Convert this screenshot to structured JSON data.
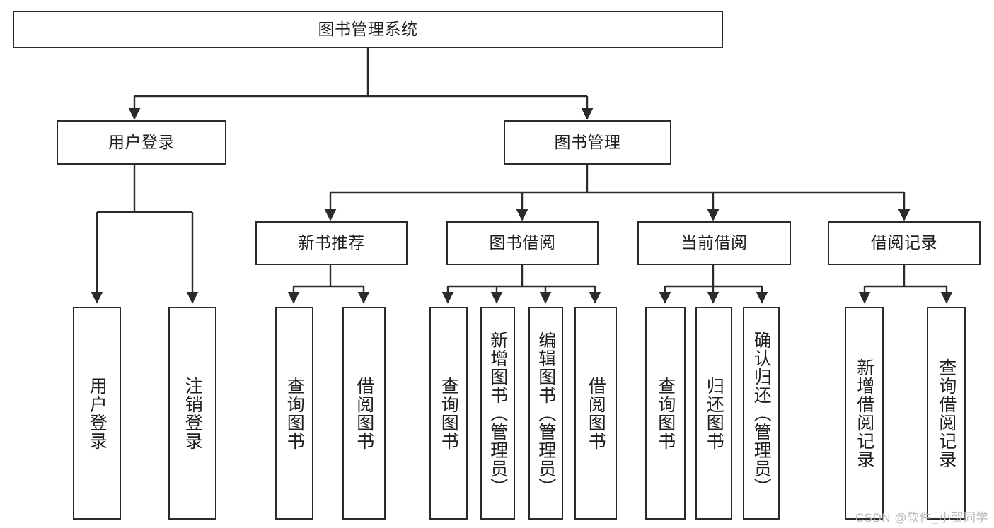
{
  "diagram": {
    "type": "tree",
    "title": "图书管理系统",
    "watermark": "CSDN @软件_小贺同学",
    "colors": {
      "box_border": "#2b2b2b",
      "box_fill": "#ffffff",
      "connector": "#2b2b2b",
      "text": "#1f1f1f",
      "watermark": "#b9b9b9",
      "background": "#ffffff"
    },
    "nodes": {
      "root": {
        "label": "图书管理系统",
        "level": 1,
        "orientation": "horizontal"
      },
      "l2": [
        {
          "id": "user-login",
          "label": "用户登录",
          "level": 2,
          "orientation": "horizontal"
        },
        {
          "id": "book-management",
          "label": "图书管理",
          "level": 2,
          "orientation": "horizontal"
        }
      ],
      "l3": [
        {
          "id": "new-book-recommend",
          "label": "新书推荐",
          "level": 3,
          "orientation": "horizontal",
          "parent": "book-management"
        },
        {
          "id": "book-borrow",
          "label": "图书借阅",
          "level": 3,
          "orientation": "horizontal",
          "parent": "book-management"
        },
        {
          "id": "current-borrow",
          "label": "当前借阅",
          "level": 3,
          "orientation": "horizontal",
          "parent": "book-management"
        },
        {
          "id": "borrow-record",
          "label": "借阅记录",
          "level": 3,
          "orientation": "horizontal",
          "parent": "book-management"
        }
      ],
      "leaves": [
        {
          "id": "leaf-user-login",
          "label": "用户登录",
          "parent": "user-login",
          "orientation": "vertical"
        },
        {
          "id": "leaf-logout-login",
          "label": "注销登录",
          "parent": "user-login",
          "orientation": "vertical"
        },
        {
          "id": "leaf-query-book-1",
          "label": "查询图书",
          "parent": "new-book-recommend",
          "orientation": "vertical"
        },
        {
          "id": "leaf-borrow-book-1",
          "label": "借阅图书",
          "parent": "new-book-recommend",
          "orientation": "vertical"
        },
        {
          "id": "leaf-query-book-2",
          "label": "查询图书",
          "parent": "book-borrow",
          "orientation": "vertical"
        },
        {
          "id": "leaf-add-book",
          "label": "新增图书（管理员）",
          "parent": "book-borrow",
          "orientation": "vertical"
        },
        {
          "id": "leaf-edit-book",
          "label": "编辑图书（管理员）",
          "parent": "book-borrow",
          "orientation": "vertical"
        },
        {
          "id": "leaf-borrow-book-2",
          "label": "借阅图书",
          "parent": "book-borrow",
          "orientation": "vertical"
        },
        {
          "id": "leaf-query-book-3",
          "label": "查询图书",
          "parent": "current-borrow",
          "orientation": "vertical"
        },
        {
          "id": "leaf-return-book",
          "label": "归还图书",
          "parent": "current-borrow",
          "orientation": "vertical"
        },
        {
          "id": "leaf-confirm-return",
          "label": "确认归还（管理员）",
          "parent": "current-borrow",
          "orientation": "vertical"
        },
        {
          "id": "leaf-add-record",
          "label": "新增借阅记录",
          "parent": "borrow-record",
          "orientation": "vertical"
        },
        {
          "id": "leaf-query-record",
          "label": "查询借阅记录",
          "parent": "borrow-record",
          "orientation": "vertical"
        }
      ]
    }
  }
}
